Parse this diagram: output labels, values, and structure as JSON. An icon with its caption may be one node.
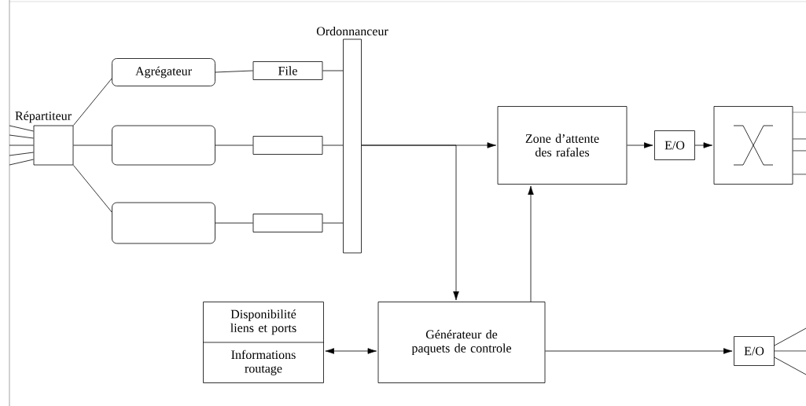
{
  "diagram": {
    "nodes": [
      {
        "text": [
          "Répartiteur"
        ]
      },
      {
        "text": [
          "Agrégateur"
        ]
      },
      {
        "text": [],
        "shape": "box"
      },
      {
        "text": [],
        "shape": "box"
      },
      {
        "text": [
          "File"
        ]
      },
      {
        "text": [],
        "shape": "box"
      },
      {
        "text": [],
        "shape": "box"
      },
      {
        "text": [
          "Ordonnanceur"
        ]
      },
      {
        "text": [
          "Zone d’attente des rafales"
        ]
      },
      {
        "text": [
          "E/O"
        ]
      },
      {
        "text": [],
        "shape": "box"
      },
      {
        "text": [
          "Disponibilité liens et ports",
          "Informations routage"
        ]
      },
      {
        "text": [
          "Générateur de paquets de controle"
        ]
      },
      {
        "text": [
          "E/O"
        ]
      }
    ],
    "edges": [
      {
        "from": null,
        "to": 0,
        "arrow": "none"
      },
      {
        "from": null,
        "to": 0,
        "arrow": "none"
      },
      {
        "from": null,
        "to": 0,
        "arrow": "none"
      },
      {
        "from": null,
        "to": 0,
        "arrow": "none"
      },
      {
        "from": null,
        "to": 0,
        "arrow": "none"
      },
      {
        "from": 0,
        "to": 1,
        "arrow": "none"
      },
      {
        "from": 0,
        "to": 2,
        "arrow": "none"
      },
      {
        "from": 0,
        "to": 3,
        "arrow": "none"
      },
      {
        "from": 1,
        "to": 4,
        "arrow": "none"
      },
      {
        "from": 2,
        "to": 5,
        "arrow": "none"
      },
      {
        "from": 3,
        "to": 6,
        "arrow": "none"
      },
      {
        "from": 4,
        "to": 7,
        "arrow": "none"
      },
      {
        "from": 5,
        "to": 7,
        "arrow": "none"
      },
      {
        "from": 6,
        "to": 7,
        "arrow": "none"
      },
      {
        "from": 7,
        "to": 8,
        "arrow": "to"
      },
      {
        "from": 7,
        "to": 12,
        "arrow": "to"
      },
      {
        "from": 12,
        "to": 8,
        "arrow": "to"
      },
      {
        "from": 8,
        "to": 9,
        "arrow": "to"
      },
      {
        "from": 9,
        "to": 10,
        "arrow": "to"
      },
      {
        "from": 12,
        "to": 11,
        "arrow": "both"
      },
      {
        "from": 12,
        "to": 13,
        "arrow": "to"
      },
      {
        "from": 13,
        "to": null,
        "arrow": "none"
      },
      {
        "from": 13,
        "to": null,
        "arrow": "none"
      },
      {
        "from": 13,
        "to": null,
        "arrow": "none"
      },
      {
        "from": 10,
        "to": null,
        "arrow": "none"
      },
      {
        "from": 10,
        "to": null,
        "arrow": "none"
      },
      {
        "from": 10,
        "to": null,
        "arrow": "none"
      },
      {
        "from": 10,
        "to": null,
        "arrow": "none"
      }
    ]
  }
}
